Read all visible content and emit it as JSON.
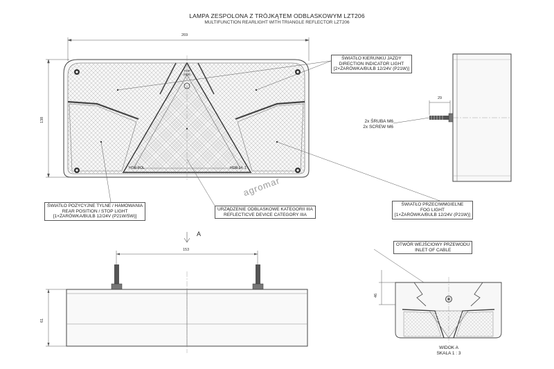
{
  "title": "LAMPA ZESPOLONA Z TRÓJKĄTEM ODBLASKOWYM LZT206",
  "subtitle": "MULTIFUNCTION REARLIGHT WITH TRIANGLE REFLECTOR LZT206",
  "dimensions": {
    "width": "269",
    "height": "138",
    "depth": "29",
    "bolt_spacing": "153",
    "bottom_height": "61",
    "inlet_height": "46"
  },
  "callouts": {
    "direction": [
      "ŚWIATŁO KIERUNKU JAZDY",
      "DIRECTION INDICATOR LIGHT",
      "[2×ŻARÓWKA/BULB 12/24V (P21W)]"
    ],
    "position": [
      "ŚWIATŁO POZYCYJNE TYLNE / HAMOWANIA",
      "REAR POSITION / STOP LIGHT",
      "[1×ŻARÓWKA/BULB 12/24V (P21W/5W)]"
    ],
    "reflector": [
      "URZĄDZENIE ODBLASKOWE KATEGORII IIIA",
      "REFLECTICVE DEVICE CATEGORY IIIA"
    ],
    "fog": [
      "ŚWIATŁO PRZECIWMGIELNE",
      "FOG LIGHT",
      "[1×ŻARÓWKA/BULB 12/24V (P21W)]"
    ],
    "inlet": [
      "OTWÓR WEJŚCIOWY PRZEWODU",
      "INLET OF CABLE"
    ]
  },
  "screws": [
    "2x ŚRUBA M6",
    "2x SCREW M6"
  ],
  "view_marker": "A",
  "view_label": [
    "WIDOK A",
    "SKALA 1 : 3"
  ],
  "lamp_marks": {
    "top_side": "TOP SIDE",
    "horpol_left": "HOR-POL",
    "horpol_right": "HOR-14 .1"
  },
  "watermark": "agromar"
}
